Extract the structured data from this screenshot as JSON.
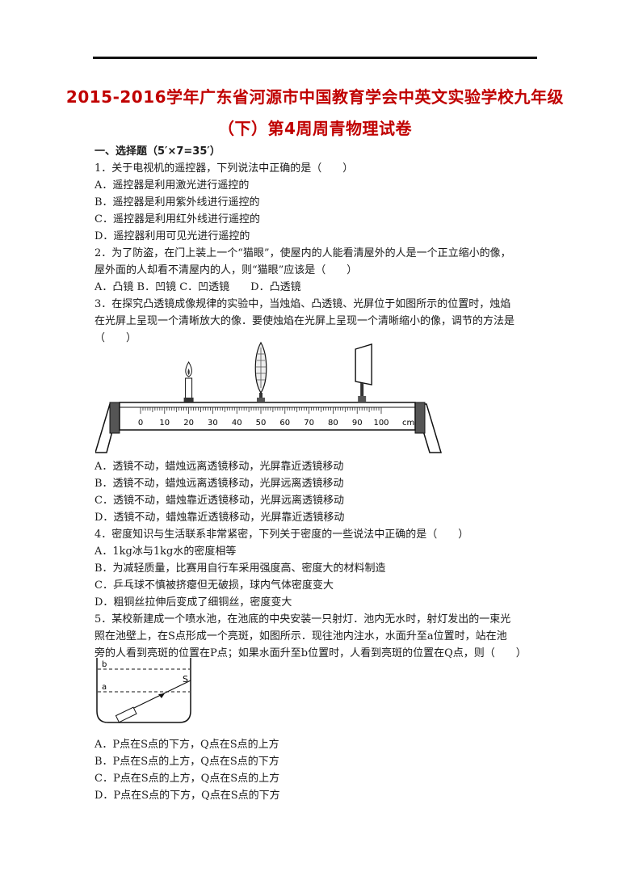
{
  "title": {
    "line1": "2015-2016学年广东省河源市中国教育学会中英文实验学校九年级",
    "line2": "（下）第4周周青物理试卷"
  },
  "section": "一、选择题（5′&#215;7=35′）",
  "q1": {
    "stem": "1．关于电视机的遥控器，下列说法中正确的是（　　）",
    "options": [
      "A．遥控器是利用激光进行遥控的",
      "B．遥控器是利用紫外线进行遥控的",
      "C．遥控器是利用红外线进行遥控的",
      "D．遥控器利用可见光进行遥控的"
    ]
  },
  "q2": {
    "stem": [
      "2．为了防盗，在门上装上一个“猫眼”，使屋内的人能看清屋外的人是一个正立缩小的像，",
      "屋外面的人却看不清屋内的人，则“猫眼”应该是（　　）"
    ],
    "options": "A．凸镜 B．凹镜 C．凹透镜　　D．凸透镜"
  },
  "q3": {
    "stem": [
      "3．在探究凸透镜成像规律的实验中，当烛焰、凸透镜、光屏位于如图所示的位置时，烛焰",
      "在光屏上呈现一个清晰放大的像．要使烛焰在光屏上呈现一个清晰缩小的像，调节的方法是",
      "（　　）"
    ],
    "figure": {
      "ticks": [
        "0",
        "10",
        "20",
        "30",
        "40",
        "50",
        "60",
        "70",
        "80",
        "90",
        "100"
      ],
      "unit": "cm",
      "candle_cm": 20,
      "lens_cm": 50,
      "screen_cm": 92
    },
    "options": [
      "A．透镜不动，蜡烛远离透镜移动，光屏靠近透镜移动",
      "B．透镜不动，蜡烛远离透镜移动，光屏远离透镜移动",
      "C．透镜不动，蜡烛靠近透镜移动，光屏远离透镜移动",
      "D．透镜不动，蜡烛靠近透镜移动，光屏靠近透镜移动"
    ]
  },
  "q4": {
    "stem": "4．密度知识与生活联系非常紧密，下列关于密度的一些说法中正确的是（　　）",
    "options": [
      "A．1kg冰与1kg水的密度相等",
      "B．为减轻质量，比赛用自行车采用强度高、密度大的材料制造",
      "C．乒乓球不慎被挤瘪但无破损，球内气体密度变大",
      "D．粗铜丝拉伸后变成了细铜丝，密度变大"
    ]
  },
  "q5": {
    "stem": [
      "5．某校新建成一个喷水池，在池底的中央安装一只射灯．池内无水时，射灯发出的一束光",
      "照在池壁上，在S点形成一个亮斑，如图所示．现往池内注水，水面升至a位置时，站在池",
      "旁的人看到亮斑的位置在P点；如果水面升至b位置时，人看到亮斑的位置在Q点，则（　　）"
    ],
    "figure": {
      "label_b": "b",
      "label_a": "a",
      "label_s": "S"
    },
    "options": [
      "A．P点在S点的下方，Q点在S点的上方",
      "B．P点在S点的上方，Q点在S点的下方",
      "C．P点在S点的上方，Q点在S点的上方",
      "D．P点在S点的下方，Q点在S点的下方"
    ]
  }
}
